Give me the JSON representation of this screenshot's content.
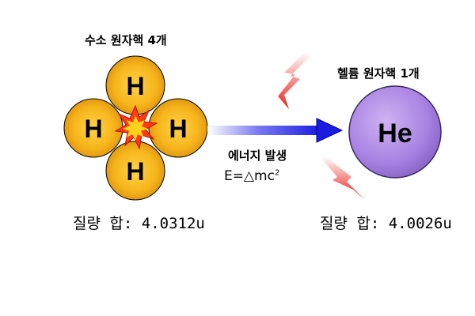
{
  "left": {
    "title": "수소 원자핵 4개",
    "nuclei": [
      "H",
      "H",
      "H",
      "H"
    ],
    "mass_text": "질량 합: 4.0312u"
  },
  "middle": {
    "energy_label": "에너지 발생",
    "formula_main": "E=△mc",
    "formula_exp": "2"
  },
  "right": {
    "title": "헬륨 원자핵 1개",
    "nucleus": "He",
    "mass_text": "질량 합: 4.0026u"
  },
  "colors": {
    "hydrogen_fill": "#f2b21a",
    "hydrogen_inner": "#ffc82e",
    "helium_fill": "#b08be6",
    "arrow": "#1c1ce0",
    "lightning": "#e8201c",
    "burst": "#ff3a10"
  }
}
